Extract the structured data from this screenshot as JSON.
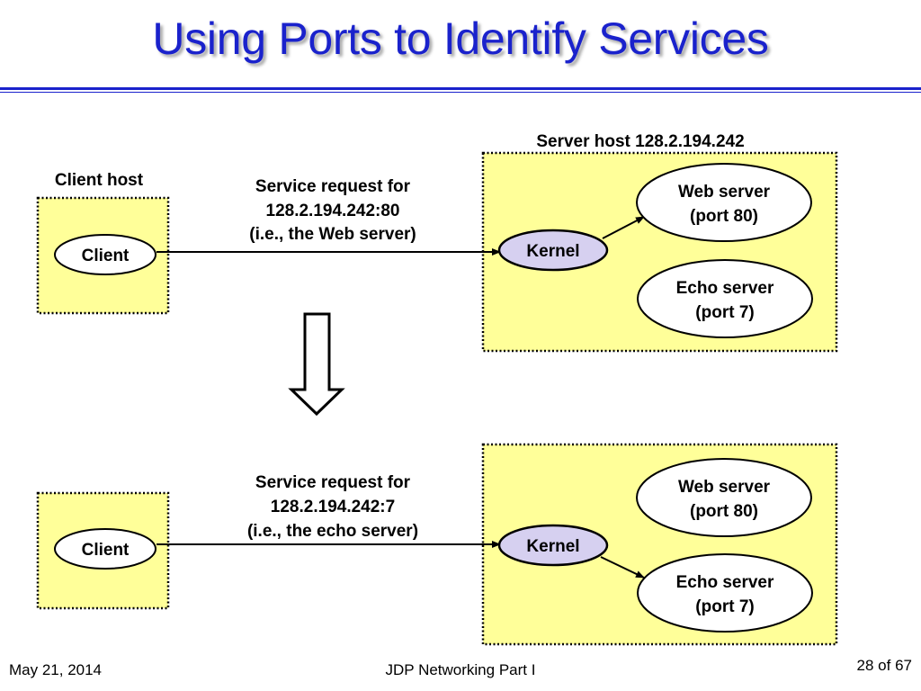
{
  "slide": {
    "title": "Using Ports to Identify Services"
  },
  "diagram": {
    "client_host_label": "Client host",
    "server_host_label": "Server host 128.2.194.242",
    "top": {
      "client": "Client",
      "kernel": "Kernel",
      "request_lines": [
        "Service request for",
        "128.2.194.242:80",
        "(i.e., the Web server)"
      ],
      "web_server": [
        "Web server",
        "(port 80)"
      ],
      "echo_server": [
        "Echo server",
        "(port 7)"
      ]
    },
    "bottom": {
      "client": "Client",
      "kernel": "Kernel",
      "request_lines": [
        "Service request for",
        "128.2.194.242:7",
        "(i.e., the echo server)"
      ],
      "web_server": [
        "Web server",
        "(port 80)"
      ],
      "echo_server": [
        "Echo server",
        "(port 7)"
      ]
    }
  },
  "colors": {
    "title": "#1a22cc",
    "host_box_fill": "#ffff99",
    "kernel_fill": "#d6d0f0"
  },
  "footer": {
    "date": "May 21, 2014",
    "course": "JDP Networking Part I",
    "page": "28 of 67"
  }
}
